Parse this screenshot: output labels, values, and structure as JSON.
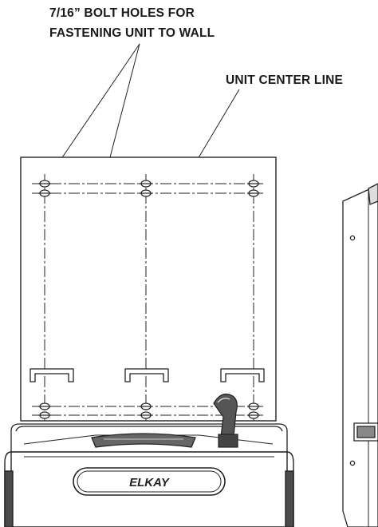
{
  "callouts": {
    "bolt_holes_line1": "7/16” BOLT  HOLES FOR",
    "bolt_holes_line2": "FASTENING UNIT TO WALL",
    "center_line": "UNIT CENTER LINE"
  },
  "unit": {
    "brand_badge": "ELKAY"
  },
  "icons": [
    "bolt-hole-icon",
    "bubbler-icon",
    "mounting-hook-icon"
  ]
}
